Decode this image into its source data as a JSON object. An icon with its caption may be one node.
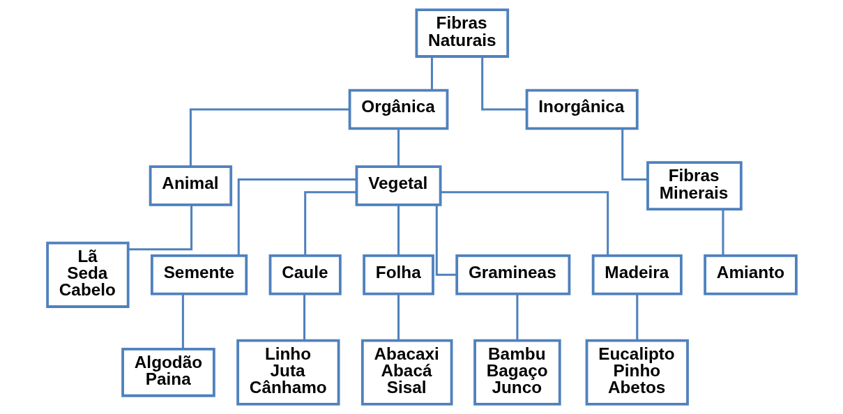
{
  "diagram": {
    "nodes": [
      {
        "text": [
          "Fibras Naturais"
        ]
      },
      {
        "text": [
          "Orgânica"
        ]
      },
      {
        "text": [
          "Inorgânica"
        ]
      },
      {
        "text": [
          "Animal"
        ]
      },
      {
        "text": [
          "Vegetal"
        ]
      },
      {
        "text": [
          "Fibras Minerais"
        ]
      },
      {
        "text": [
          "Lã Seda Cabelo"
        ]
      },
      {
        "text": [
          "Amianto"
        ]
      },
      {
        "text": [
          "Semente"
        ]
      },
      {
        "text": [
          "Caule"
        ]
      },
      {
        "text": [
          "Folha"
        ]
      },
      {
        "text": [
          "Gramineas"
        ]
      },
      {
        "text": [
          "Madeira"
        ]
      },
      {
        "text": [
          "Algodão Paina"
        ]
      },
      {
        "text": [
          "Linho Juta Cânhamo"
        ]
      },
      {
        "text": [
          "Abacaxi Abacá Sisal"
        ]
      },
      {
        "text": [
          "Bambu Bagaço Junco"
        ]
      },
      {
        "text": [
          "Eucalipto Pinho Abetos"
        ]
      }
    ],
    "edges": [
      {
        "from": 0,
        "to": 1,
        "arrow": "none"
      },
      {
        "from": 0,
        "to": 2,
        "arrow": "none"
      },
      {
        "from": 1,
        "to": 3,
        "arrow": "none"
      },
      {
        "from": 1,
        "to": 4,
        "arrow": "none"
      },
      {
        "from": 2,
        "to": 5,
        "arrow": "none"
      },
      {
        "from": 3,
        "to": 6,
        "arrow": "none"
      },
      {
        "from": 5,
        "to": 7,
        "arrow": "none"
      },
      {
        "from": 4,
        "to": 8,
        "arrow": "none"
      },
      {
        "from": 4,
        "to": 9,
        "arrow": "none"
      },
      {
        "from": 4,
        "to": 10,
        "arrow": "none"
      },
      {
        "from": 4,
        "to": 11,
        "arrow": "none"
      },
      {
        "from": 4,
        "to": 12,
        "arrow": "none"
      },
      {
        "from": 8,
        "to": 13,
        "arrow": "none"
      },
      {
        "from": 9,
        "to": 14,
        "arrow": "none"
      },
      {
        "from": 10,
        "to": 15,
        "arrow": "none"
      },
      {
        "from": 11,
        "to": 16,
        "arrow": "none"
      },
      {
        "from": 12,
        "to": 17,
        "arrow": "none"
      }
    ]
  }
}
